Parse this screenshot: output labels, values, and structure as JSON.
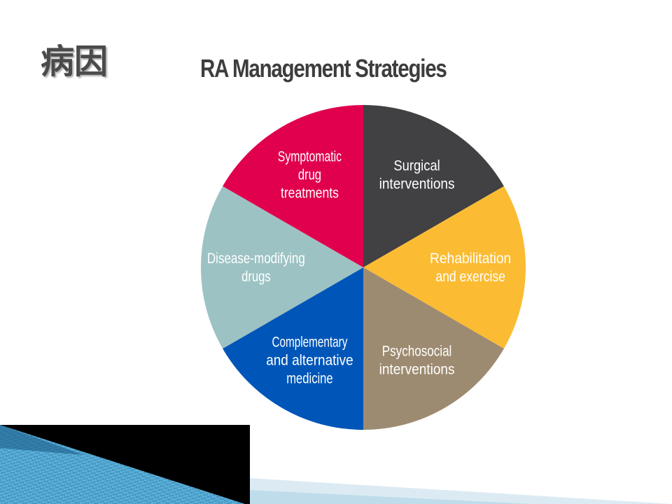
{
  "slide": {
    "title": "病因"
  },
  "diagram": {
    "title": "RA Management Strategies",
    "segments": [
      {
        "label_lines": [
          "Surgical",
          "interventions"
        ],
        "color": "#414042"
      },
      {
        "label_lines": [
          "Rehabilitation",
          "and exercise"
        ],
        "color": "#fbbc33"
      },
      {
        "label_lines": [
          "Psychosocial",
          "interventions"
        ],
        "color": "#9d8b71"
      },
      {
        "label_lines": [
          "Complementary",
          "and alternative",
          "medicine"
        ],
        "color": "#0056b8"
      },
      {
        "label_lines": [
          "Disease-modifying",
          "drugs"
        ],
        "color": "#9dc2c3"
      },
      {
        "label_lines": [
          "Symptomatic",
          "drug",
          "treatments"
        ],
        "color": "#e0004d"
      }
    ]
  },
  "colors": {
    "title_text": "#4a4a4a",
    "diagram_title_text": "#3d3d3f",
    "label_text": "#ffffff",
    "deco_black": "#000000",
    "deco_blue": "#3a8fc0"
  }
}
